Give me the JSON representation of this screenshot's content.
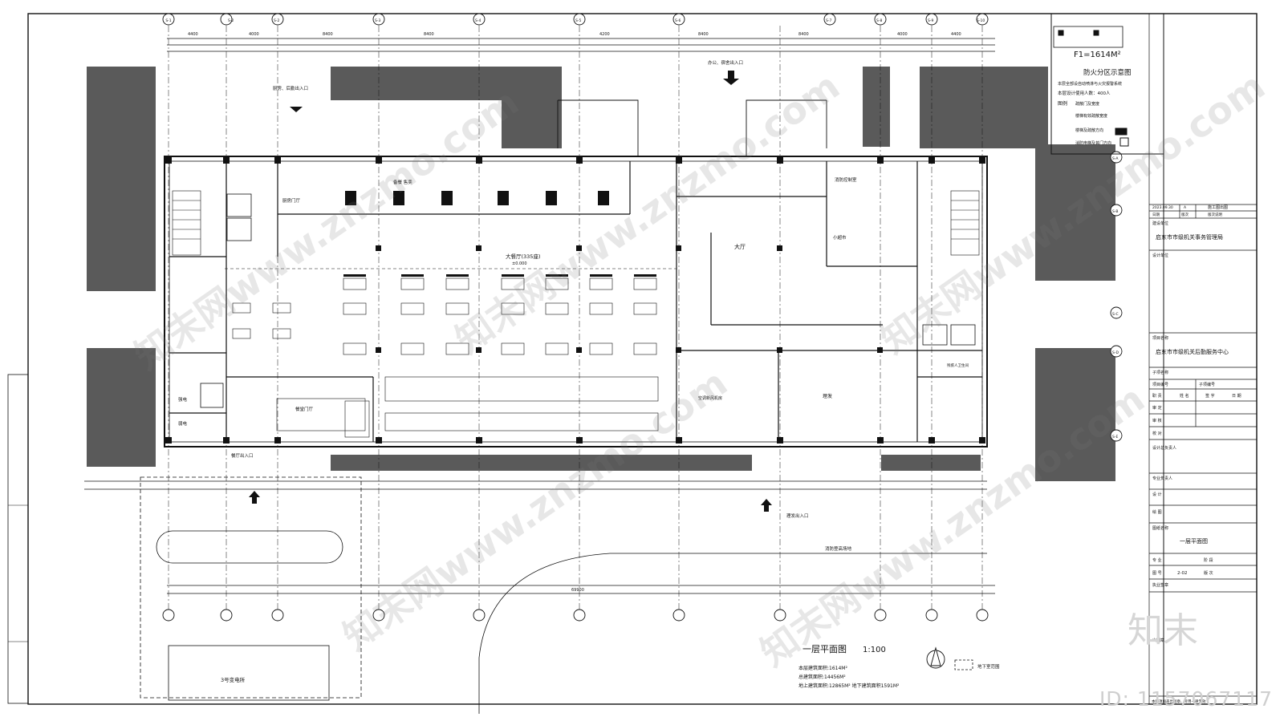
{
  "sheet": {
    "title": "一层平面图",
    "scale": "1:100",
    "area_notes": [
      "本层建筑面积:1614M²",
      "总建筑面积:14456M²",
      "地上建筑面积:12865M²  地下建筑面积1591M²"
    ],
    "basement_legend": "地下室范围"
  },
  "fire_zone": {
    "title": "防火分区示意图",
    "area": "F1=1614M²",
    "note1": "本层全部设自动喷淋与火灾报警系统",
    "note2": "本层设计使用人数：400人",
    "legend_title": "图例",
    "legend": [
      "疏散门及宽度",
      "楼梯有效疏散宽度",
      "楼梯及疏散方向",
      "消防电梯及其门方向"
    ]
  },
  "rooms": {
    "main_hall": "大餐厅(335座)",
    "main_hall_elev": "±0.000",
    "lobby": "大厅",
    "kitchen_top": "备餐  售卖",
    "kitchen_entry": "厨房门厅",
    "mid_room": "消防控制室",
    "small_store": "小超市",
    "meal_lobby": "餐堂门厅",
    "air_room": "空调新风机房",
    "office": "理发",
    "weak": "弱电",
    "strong": "强电",
    "waste": "残疾人卫生间",
    "substation": "3号变电所",
    "fire_road": "消防登高场地"
  },
  "entrances": {
    "office_entry": "办公、宿舍出入口",
    "kitchen_entry": "厨房、后勤出入口",
    "meal_entry": "餐厅出入口",
    "barber_entry": "理发出入口"
  },
  "axes": {
    "top": [
      "S-1",
      "S-2",
      "S-2",
      "S-3",
      "S-4",
      "S-5",
      "S-6",
      "S-7",
      "S-8",
      "S-9",
      "S-10"
    ],
    "right": [
      "S-A",
      "S-B",
      "S-C",
      "S-D",
      "S-E"
    ]
  },
  "dims": {
    "top_spans": [
      "4400",
      "4000",
      "8400",
      "8400",
      "4200",
      "8400",
      "8400",
      "4000",
      "4400"
    ],
    "total": "69900"
  },
  "title_block": {
    "date": "2023.09.30",
    "rev": "A",
    "rev_desc": "施工图出图",
    "date_label": "日期",
    "rev_label": "版次",
    "desc_label": "版次说明",
    "client_label": "建设单位",
    "client": "启东市市级机关事务管理局",
    "designer_label": "设计单位",
    "project_label": "项目名称",
    "project": "启东市市级机关后勤服务中心",
    "subitem_label": "子项名称",
    "roles": [
      "项目编号",
      "子项编号",
      "职 责",
      "姓 名",
      "签 字",
      "日 期",
      "审 定",
      "审 核",
      "校 对",
      "设计总负责人",
      "专业负责人",
      "设 计",
      "绘 图"
    ],
    "drawing_label": "图纸名称",
    "drawing_name": "一层平面图",
    "stage_label": "专 业",
    "stage_value": "阶 段",
    "number_label": "图 号",
    "number": "2-02",
    "version_label": "版 次",
    "stamp_label": "执业签章",
    "release_label": "出图章",
    "footer_note": "本图须加盖出图章、专用一律无效"
  },
  "watermark": {
    "brand": "知末网www.znzmo.com",
    "logo": "知末",
    "id": "ID: 1157067117"
  },
  "colors": {
    "ink": "#111111",
    "hatch": "#5a5a5a",
    "paper": "#ffffff"
  }
}
